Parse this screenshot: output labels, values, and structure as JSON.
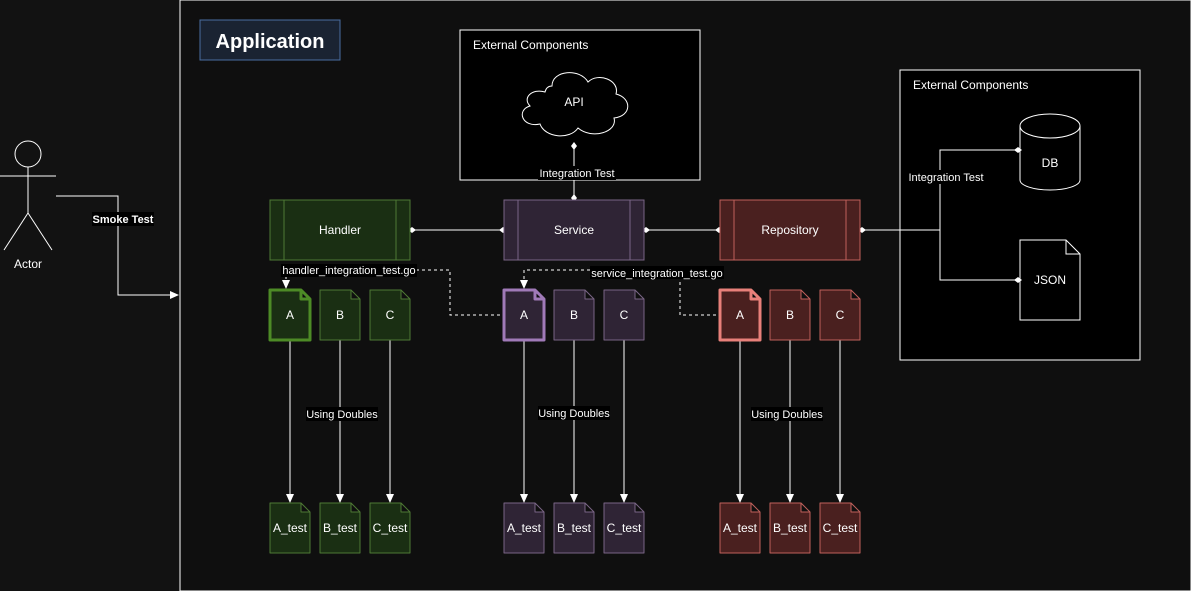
{
  "app": {
    "title": "Application"
  },
  "actor": {
    "label": "Actor"
  },
  "edges": {
    "smoke_test": "Smoke Test",
    "integration_api": "Integration Test",
    "integration_db": "Integration Test",
    "handler_integration": "handler_integration_test.go",
    "service_integration": "service_integration_test.go",
    "doubles_handler": "Using Doubles",
    "doubles_service": "Using Doubles",
    "doubles_repository": "Using Doubles"
  },
  "external_top": {
    "title": "External Components",
    "api_label": "API"
  },
  "external_right": {
    "title": "External Components",
    "db_label": "DB",
    "json_label": "JSON"
  },
  "layers": {
    "handler": {
      "label": "Handler",
      "files": [
        "A",
        "B",
        "C"
      ],
      "tests": [
        "A_test",
        "B_test",
        "C_test"
      ]
    },
    "service": {
      "label": "Service",
      "files": [
        "A",
        "B",
        "C"
      ],
      "tests": [
        "A_test",
        "B_test",
        "C_test"
      ]
    },
    "repository": {
      "label": "Repository",
      "files": [
        "A",
        "B",
        "C"
      ],
      "tests": [
        "A_test",
        "B_test",
        "C_test"
      ]
    }
  },
  "colors": {
    "background": "#121212",
    "outer": "#0a0a0a",
    "handler_fill": "#1a2f13",
    "handler_stroke": "#4e7a34",
    "handler_highlight": "#4d8b26",
    "service_fill": "#2f2435",
    "service_stroke": "#7a6586",
    "service_highlight": "#a07ab8",
    "repository_fill": "#4a201f",
    "repository_stroke": "#c0605b",
    "repository_highlight": "#e8807a",
    "title_fill": "#1a2332",
    "title_stroke": "#4a6ea0",
    "line": "#ffffff"
  }
}
